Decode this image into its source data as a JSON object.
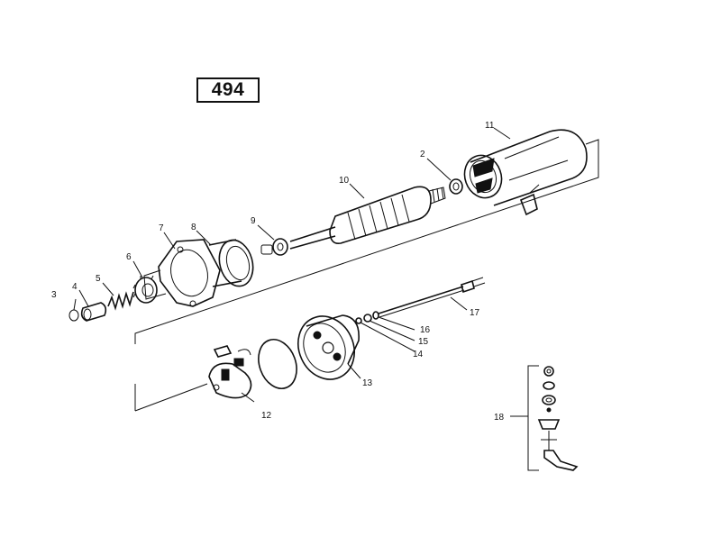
{
  "diagram": {
    "page_number": "494",
    "callouts": [
      {
        "id": "c1",
        "label": "2"
      },
      {
        "id": "c2",
        "label": "3"
      },
      {
        "id": "c3",
        "label": "4"
      },
      {
        "id": "c4",
        "label": "5"
      },
      {
        "id": "c5",
        "label": "6"
      },
      {
        "id": "c6",
        "label": "7"
      },
      {
        "id": "c7",
        "label": "8"
      },
      {
        "id": "c8",
        "label": "9"
      },
      {
        "id": "c9",
        "label": "10"
      },
      {
        "id": "c10",
        "label": "11"
      },
      {
        "id": "c11",
        "label": "12"
      },
      {
        "id": "c12",
        "label": "13"
      },
      {
        "id": "c13",
        "label": "14"
      },
      {
        "id": "c14",
        "label": "15"
      },
      {
        "id": "c15",
        "label": "16"
      },
      {
        "id": "c16",
        "label": "17"
      },
      {
        "id": "c17",
        "label": "18"
      }
    ]
  }
}
